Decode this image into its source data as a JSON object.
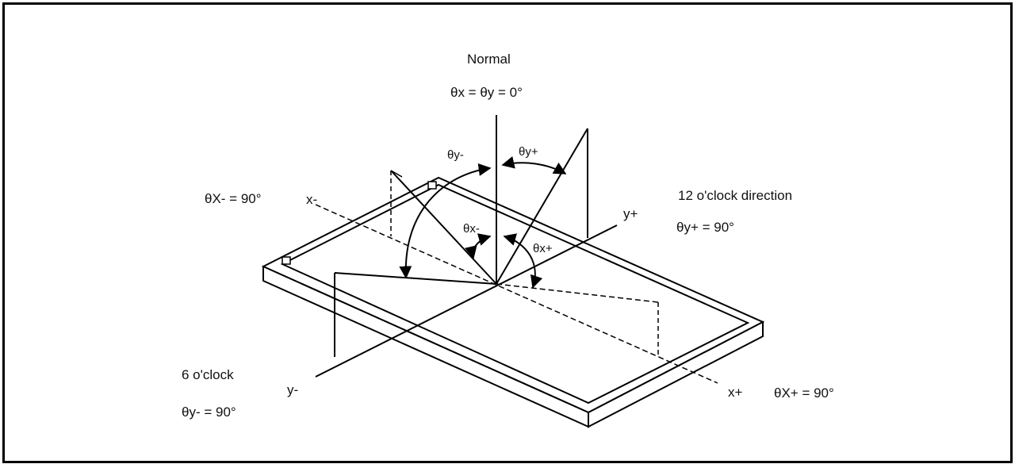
{
  "labels": {
    "normal": "Normal",
    "normal_eq": "θx = θy = 0°",
    "theta_y_minus": "θy-",
    "theta_y_plus": "θy+",
    "theta_x_minus_90": "θX- = 90°",
    "x_minus": "x-",
    "twelve_oclock": "12 o'clock direction",
    "theta_y_plus_90": "θy+ = 90°",
    "y_plus": "y+",
    "theta_x_minus": "θx-",
    "theta_x_plus": "θx+",
    "six_oclock": "6 o'clock",
    "theta_y_minus_90": "θy- = 90°",
    "y_minus": "y-",
    "x_plus": "x+",
    "theta_x_plus_90": "θX+ = 90°"
  },
  "colors": {
    "line": "#000000",
    "background": "#ffffff"
  }
}
